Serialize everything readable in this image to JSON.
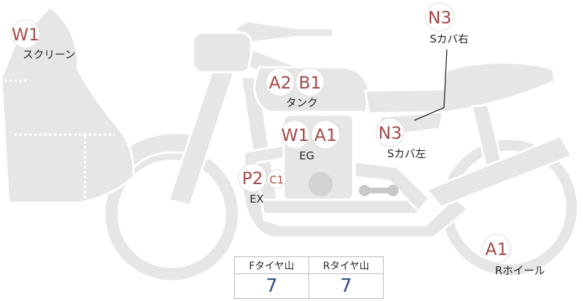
{
  "colors": {
    "body_fill": "#e6e6e4",
    "body_stroke": "#ffffff",
    "badge_fill": "#ffffff",
    "badge_text": "#a44a4a",
    "badge_stroke": "#dddddd",
    "value_text": "#2d4e8e"
  },
  "markers": {
    "w1_screen": "W1",
    "n3_right": "N3",
    "a2_tank": "A2",
    "b1_tank": "B1",
    "w1_engine": "W1",
    "a1_engine": "A1",
    "n3_left": "N3",
    "p2_exhaust": "P2",
    "c1_exhaust": "C1",
    "a1_wheel": "A1"
  },
  "labels": {
    "screen": "スクリーン",
    "side_cover_right": "Sカバ右",
    "tank": "タンク",
    "engine": "EG",
    "side_cover_left": "Sカバ左",
    "exhaust": "EX",
    "rear_wheel": "Rホイール"
  },
  "tread_table": {
    "headers": [
      "Fタイヤ山",
      "Rタイヤ山"
    ],
    "values": [
      "7",
      "7"
    ]
  }
}
